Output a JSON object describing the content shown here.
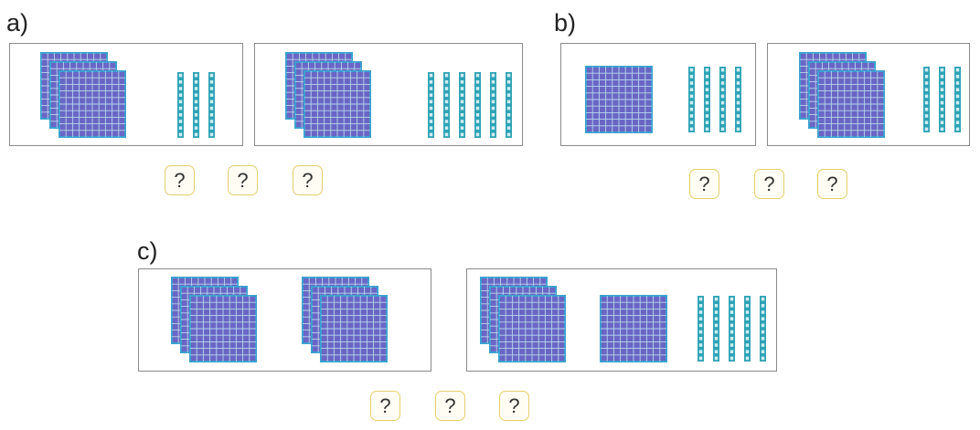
{
  "sections": {
    "a": {
      "label": "a)",
      "left_frame": {
        "hundreds": 3,
        "tens": 3
      },
      "right_frame": {
        "hundreds": 3,
        "tens": 6
      },
      "answer_boxes": [
        "?",
        "?",
        "?"
      ]
    },
    "b": {
      "label": "b)",
      "left_frame": {
        "hundreds": 1,
        "tens": 4
      },
      "right_frame": {
        "hundreds": 3,
        "tens": 3
      },
      "answer_boxes": [
        "?",
        "?",
        "?"
      ]
    },
    "c": {
      "label": "c)",
      "left_frame": {
        "hundred_stacks": [
          3,
          3
        ],
        "tens": 0
      },
      "right_frame": {
        "hundred_stacks": [
          3,
          1
        ],
        "tens": 5
      },
      "answer_boxes": [
        "?",
        "?",
        "?"
      ]
    }
  },
  "colors": {
    "flat_fill": "#6a66c4",
    "flat_border": "#3aa0cf",
    "grid_line": "#b7d6ee",
    "rod_fill": "#2fa3b5",
    "rod_cell": "#cfeef3",
    "frame_border": "#8a8a8a",
    "answer_box_border": "#e3cf6e"
  }
}
